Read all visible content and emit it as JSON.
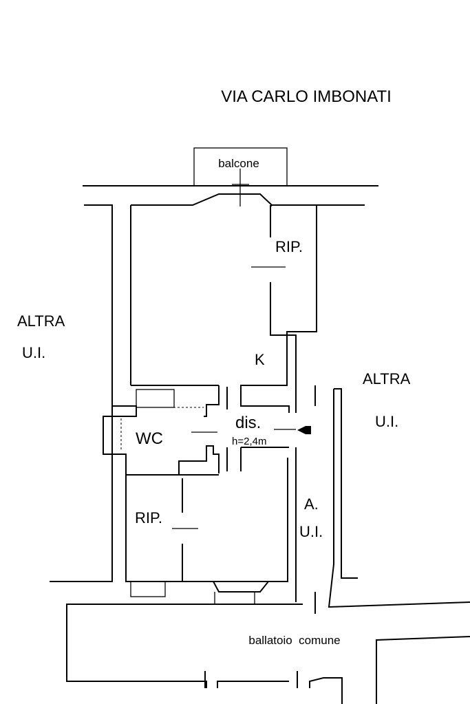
{
  "street": "VIA CARLO IMBONATI",
  "labels": {
    "balcone": "balcone",
    "rip_top": "RIP.",
    "kitchen": "K",
    "altra_left_1": "ALTRA",
    "altra_left_2": "U.I.",
    "altra_right_1": "ALTRA",
    "altra_right_2": "U.I.",
    "dis": "dis.",
    "height": "h=2,4m",
    "wc": "WC",
    "rip_bottom": "RIP.",
    "a_ui_1": "A.",
    "a_ui_2": "U.I.",
    "ballatoio": "ballatoio  comune"
  },
  "colors": {
    "line": "#000000",
    "background": "#ffffff"
  }
}
